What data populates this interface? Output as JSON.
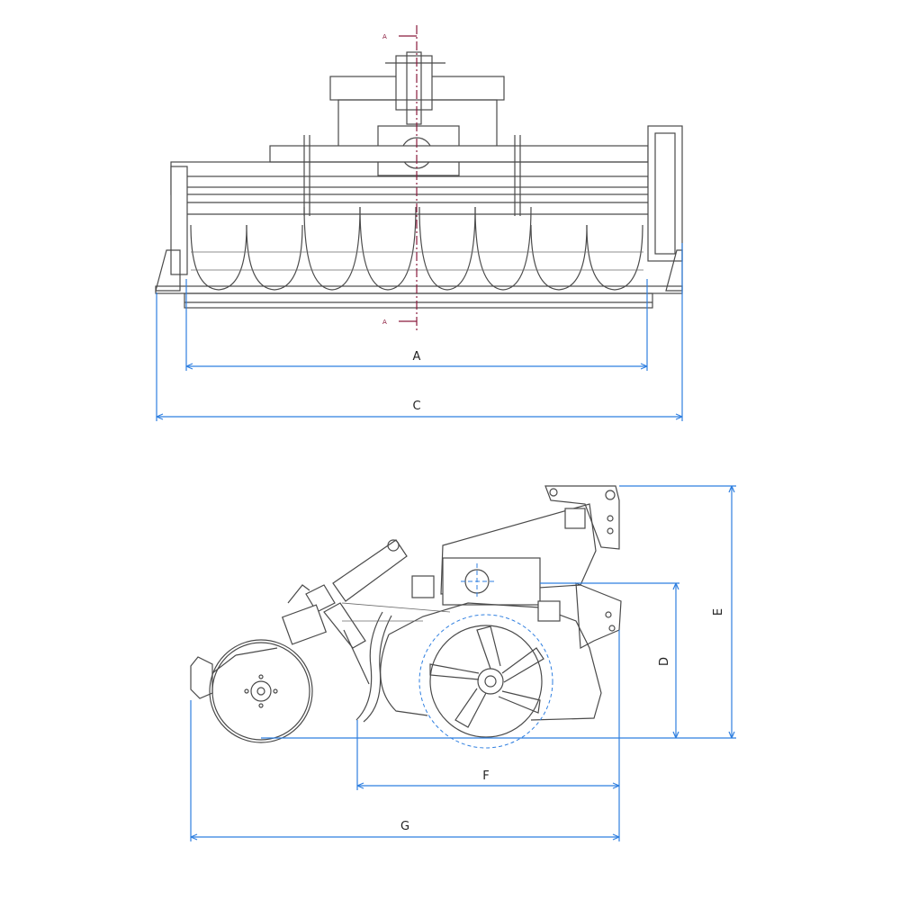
{
  "section_marker": {
    "top": "A",
    "bottom": "A"
  },
  "dimensions": {
    "A": "A",
    "C": "C",
    "D": "D",
    "E": "E",
    "F": "F",
    "G": "G"
  },
  "colors": {
    "machine": "#4a4a4a",
    "dimension_lines": "#2f7fe0",
    "section_line": "#8a1a3c"
  }
}
